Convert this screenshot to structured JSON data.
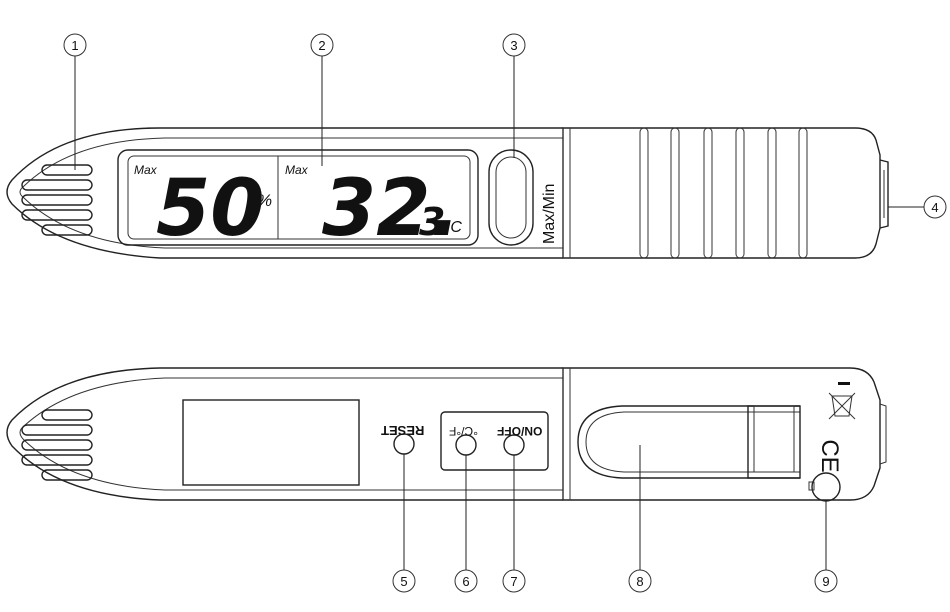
{
  "callouts": [
    "1",
    "2",
    "3",
    "4",
    "5",
    "6",
    "7",
    "8",
    "9"
  ],
  "display": {
    "left_label": "Max",
    "humidity_value": "50",
    "humidity_unit": "%",
    "right_label": "Max",
    "temp_value": "32.",
    "temp_decimal": "3",
    "temp_unit": "°C"
  },
  "buttons": {
    "max_min_label": "Max/Min",
    "reset_label": "RESET",
    "unit_switch_label": "°C/°F",
    "power_label": "ON/OFF"
  },
  "marks": {
    "ce_mark": "CE",
    "weee_icon": "crossed-out-bin-icon"
  }
}
